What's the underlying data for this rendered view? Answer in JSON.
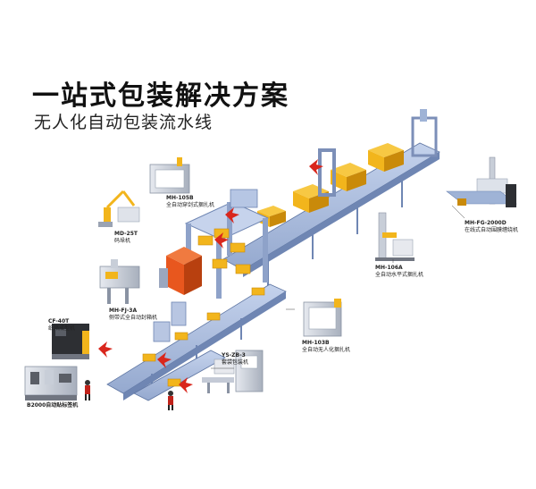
{
  "header": {
    "title": "一站式包装解决方案",
    "subtitle": "无人化自动包装流水线"
  },
  "machines": [
    {
      "model": "MH-105B",
      "name": "全自动穿剑式捆扎机"
    },
    {
      "model": "MD-25T",
      "name": "码垛机"
    },
    {
      "model": "MH-FJ-3A",
      "name": "侧带式全自动封箱机"
    },
    {
      "model": "CF-40T",
      "name": "纸箱成型机"
    },
    {
      "model": "B2000自动贴标签机",
      "name": ""
    },
    {
      "model": "YS-ZB-3",
      "name": "套袋包装机"
    },
    {
      "model": "MH-103B",
      "name": "全自动无人化捆扎机"
    },
    {
      "model": "MH-106A",
      "name": "全自动水平式捆扎机"
    },
    {
      "model": "MH-FG-2000D",
      "name": "在线式自动围膜缠绕机"
    }
  ],
  "colors": {
    "conveyor": "#9fb3d6",
    "conveyor_dark": "#6f86b3",
    "box": "#f2b51c",
    "box_dark": "#c98a0a",
    "arrow": "#d9261c",
    "orange_machine": "#e8571e"
  }
}
